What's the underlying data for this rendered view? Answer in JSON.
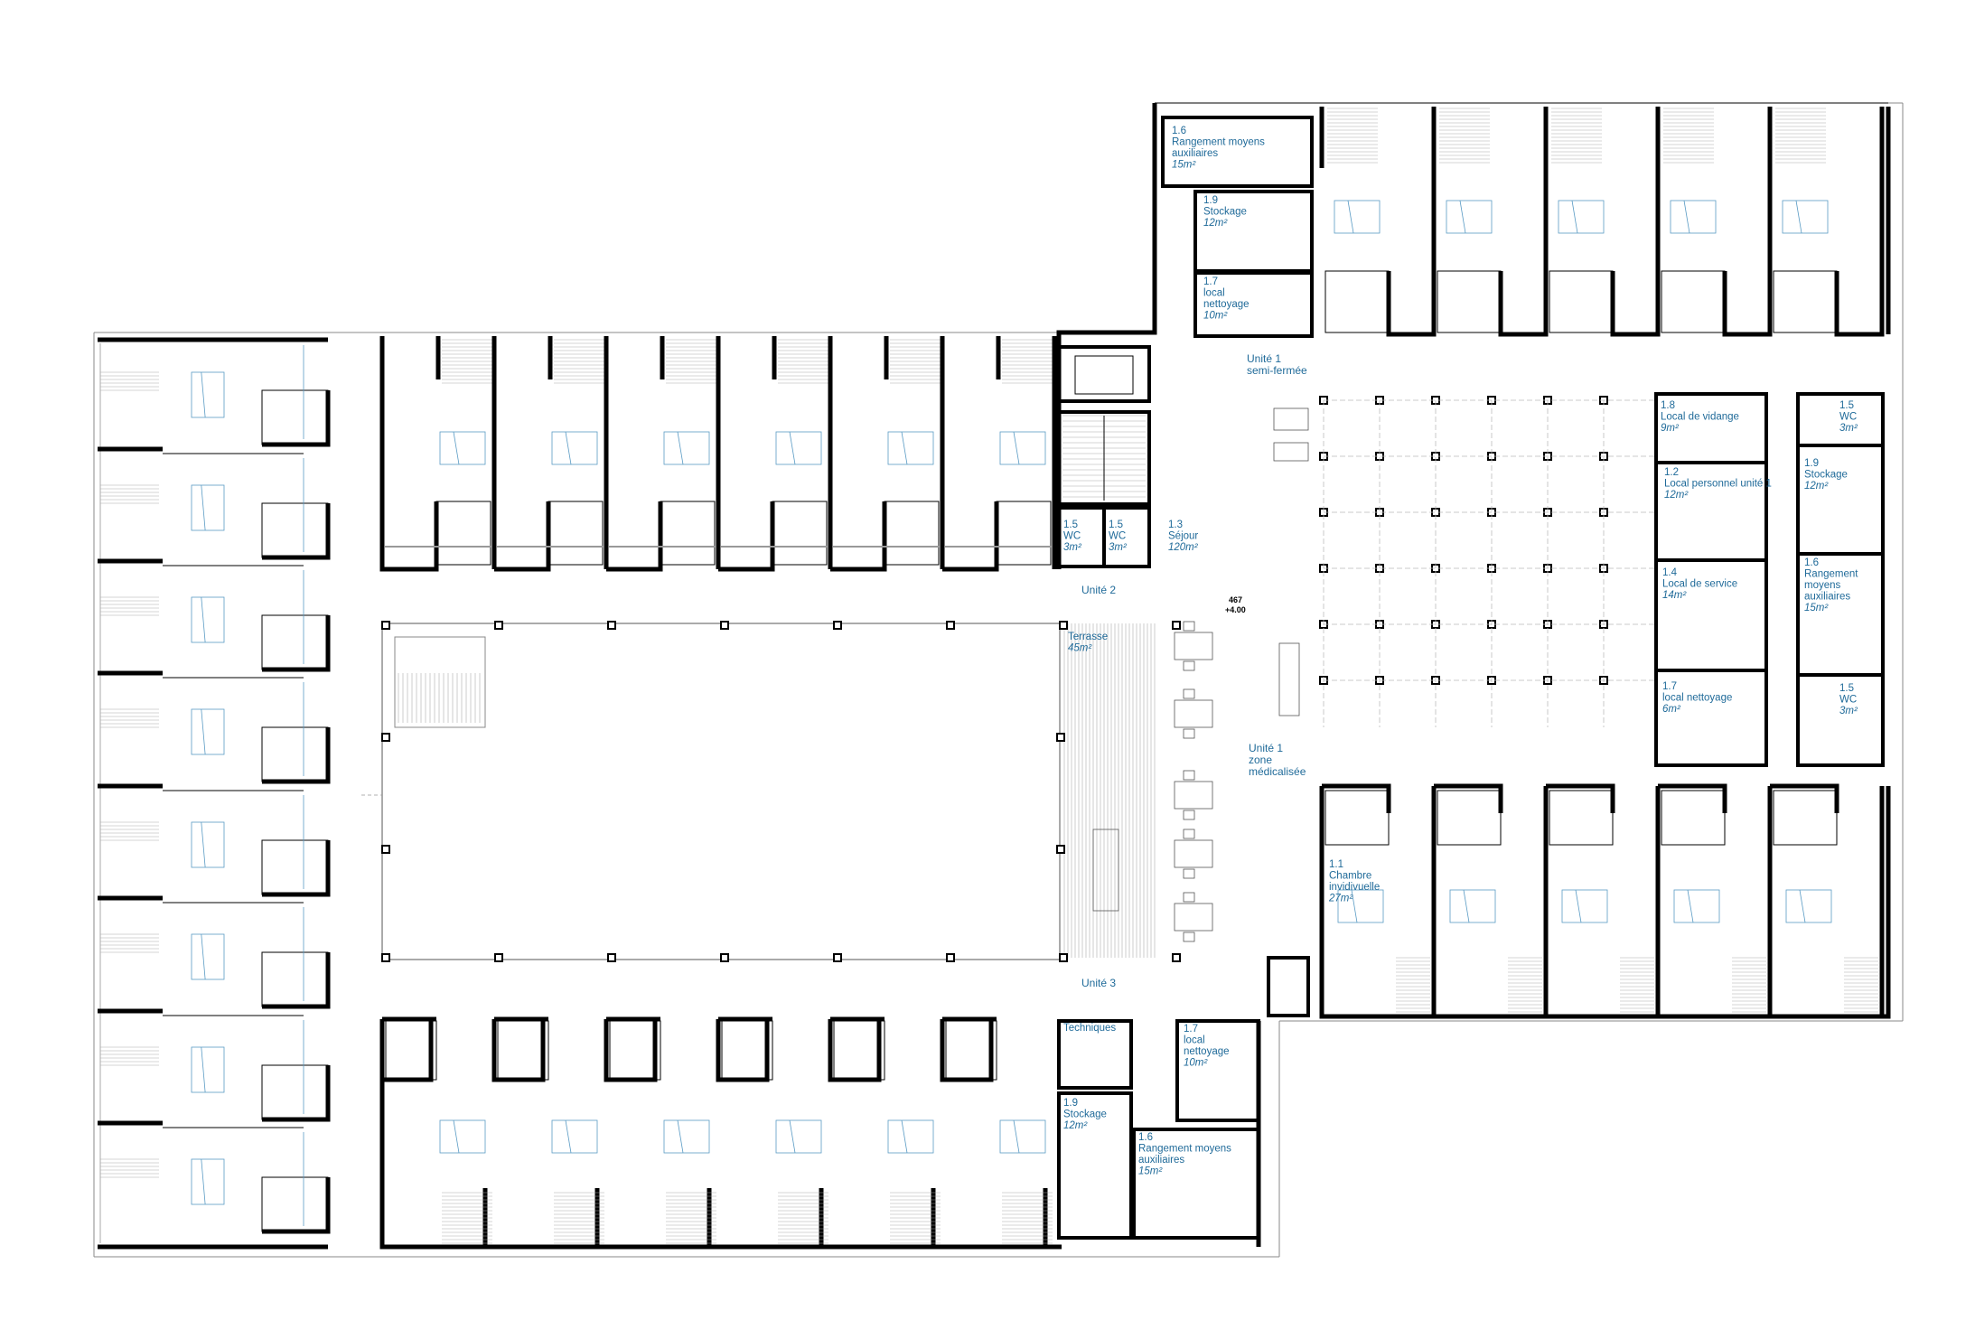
{
  "rooms": [
    {
      "id": "ne-rang",
      "num": "1.6",
      "name": [
        "Rangement moyens",
        "auxiliaires"
      ],
      "area": "15m²"
    },
    {
      "id": "ne-stock",
      "num": "1.9",
      "name": [
        "Stockage"
      ],
      "area": "12m²"
    },
    {
      "id": "ne-nett",
      "num": "1.7",
      "name": [
        "local",
        "nettoyage"
      ],
      "area": "10m²"
    },
    {
      "id": "wc-a",
      "num": "1.5",
      "name": [
        "WC"
      ],
      "area": "3m²"
    },
    {
      "id": "wc-b",
      "num": "1.5",
      "name": [
        "WC"
      ],
      "area": "3m²"
    },
    {
      "id": "sejour",
      "num": "1.3",
      "name": [
        "Séjour"
      ],
      "area": "120m²"
    },
    {
      "id": "terrasse",
      "num": "",
      "name": [
        "Terrasse"
      ],
      "area": "45m²"
    },
    {
      "id": "vidange",
      "num": "1.8",
      "name": [
        "Local de vidange"
      ],
      "area": "9m²"
    },
    {
      "id": "personnel",
      "num": "1.2",
      "name": [
        "Local personnel unité 1"
      ],
      "area": "12m²"
    },
    {
      "id": "service",
      "num": "1.4",
      "name": [
        "Local de service"
      ],
      "area": "14m²"
    },
    {
      "id": "e-nett",
      "num": "1.7",
      "name": [
        "local nettoyage"
      ],
      "area": "6m²"
    },
    {
      "id": "wc-e1",
      "num": "1.5",
      "name": [
        "WC"
      ],
      "area": "3m²"
    },
    {
      "id": "e-stock",
      "num": "1.9",
      "name": [
        "Stockage"
      ],
      "area": "12m²"
    },
    {
      "id": "e-rang",
      "num": "1.6",
      "name": [
        "Rangement",
        "moyens",
        "auxiliaires"
      ],
      "area": "15m²"
    },
    {
      "id": "wc-e2",
      "num": "1.5",
      "name": [
        "WC"
      ],
      "area": "3m²"
    },
    {
      "id": "chambre",
      "num": "1.1",
      "name": [
        "Chambre",
        "invidivuelle"
      ],
      "area": "27m²"
    },
    {
      "id": "techniques",
      "num": "",
      "name": [
        "Techniques"
      ],
      "area": ""
    },
    {
      "id": "s-nett",
      "num": "1.7",
      "name": [
        "local",
        "nettoyage"
      ],
      "area": "10m²"
    },
    {
      "id": "s-stock",
      "num": "1.9",
      "name": [
        "Stockage"
      ],
      "area": "12m²"
    },
    {
      "id": "s-rang",
      "num": "1.6",
      "name": [
        "Rangement moyens",
        "auxiliaires"
      ],
      "area": "15m²"
    }
  ],
  "circulation": [
    {
      "id": "u1sf",
      "lines": [
        "Unité 1",
        "semi-fermée"
      ]
    },
    {
      "id": "u2",
      "lines": [
        "Unité 2"
      ]
    },
    {
      "id": "u3",
      "lines": [
        "Unité 3"
      ]
    },
    {
      "id": "u1zm",
      "lines": [
        "Unité 1",
        "zone",
        "médicalisée"
      ]
    }
  ],
  "level": {
    "ref": "467",
    "height": "+4.00"
  }
}
